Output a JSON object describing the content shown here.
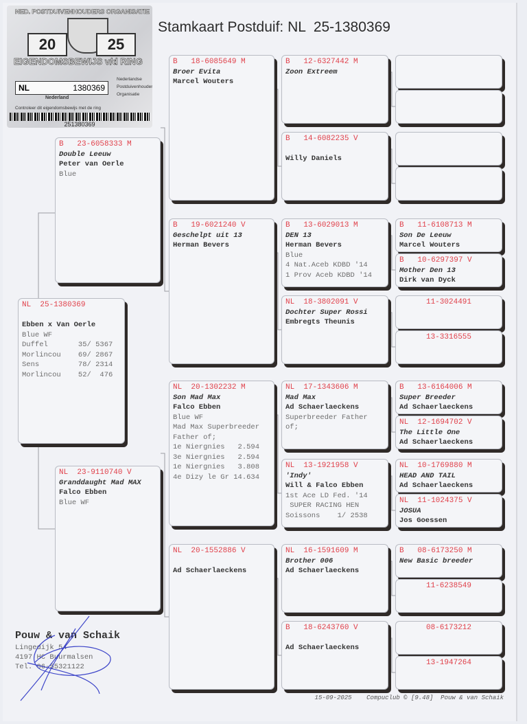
{
  "title": "Stamkaart Postduif: NL  25-1380369",
  "ring_card": {
    "org": "NED. POSTDUIVENHOUDERS ORGANISATIE",
    "year_left": "20",
    "year_right": "25",
    "heading": "EIGENDOMSBEWIJS v/d RING",
    "country": "NL",
    "number": "1380369",
    "land": "Nederland",
    "npo": [
      "Nederlandse",
      "Postduivenhouders",
      "Organisatie"
    ],
    "check": "Controleer dit eigendomsbewijs met de ring",
    "barcode": "251380369"
  },
  "subject": {
    "prefix": "NL",
    "ring": "25-1380369",
    "sex": "",
    "name": "",
    "owner": "Ebben x Van Oerle",
    "lines": [
      "Blue WF",
      "",
      "",
      "",
      "",
      "",
      "Duffel       35/ 5367",
      "Morlincou    69/ 2867",
      "Sens         78/ 2314",
      "Morlincou    52/  476"
    ]
  },
  "parents": [
    {
      "prefix": "B",
      "ring": "23-6058333",
      "sex": "M",
      "name": "Double Leeuw",
      "owner": "Peter van Oerle",
      "lines": [
        "Blue"
      ]
    },
    {
      "prefix": "NL",
      "ring": "23-9110740",
      "sex": "V",
      "name": "Granddaught Mad MAX",
      "owner": "Falco Ebben",
      "lines": [
        "Blue WF"
      ]
    }
  ],
  "grandparents": [
    {
      "prefix": "B",
      "ring": "18-6085649",
      "sex": "M",
      "name": "Broer Evita",
      "owner": "Marcel Wouters",
      "lines": []
    },
    {
      "prefix": "B",
      "ring": "19-6021240",
      "sex": "V",
      "name": "Geschelpt uit 13",
      "owner": "Herman Bevers",
      "lines": []
    },
    {
      "prefix": "NL",
      "ring": "20-1302232",
      "sex": "M",
      "name": "Son Mad Max",
      "owner": "Falco Ebben",
      "lines": [
        "Blue WF",
        "Mad Max Superbreeder",
        "Father of;",
        "1e Niergnies   2.594",
        "3e Niergnies   2.594",
        "1e Niergnies   3.808",
        "4e Dizy le Gr 14.634"
      ]
    },
    {
      "prefix": "NL",
      "ring": "20-1552886",
      "sex": "V",
      "name": "",
      "owner": "Ad Schaerlaeckens",
      "lines": []
    }
  ],
  "great_grandparents": [
    {
      "prefix": "B",
      "ring": "12-6327442",
      "sex": "M",
      "name": "Zoon Extreem",
      "owner": "",
      "lines": []
    },
    {
      "prefix": "B",
      "ring": "14-6082235",
      "sex": "V",
      "name": "",
      "owner": "Willy Daniels",
      "lines": []
    },
    {
      "prefix": "B",
      "ring": "13-6029013",
      "sex": "M",
      "name": "DEN 13",
      "owner": "Herman Bevers",
      "lines": [
        "Blue",
        "4 Nat.Aceb KDBD '14",
        "1 Prov Aceb KDBD '14"
      ]
    },
    {
      "prefix": "NL",
      "ring": "18-3802091",
      "sex": "V",
      "name": "Dochter Super Rossi",
      "owner": "Embregts Theunis",
      "lines": []
    },
    {
      "prefix": "NL",
      "ring": "17-1343606",
      "sex": "M",
      "name": "Mad Max",
      "owner": "Ad Schaerlaeckens",
      "lines": [
        "",
        "Superbreeder Father",
        "of;"
      ]
    },
    {
      "prefix": "NL",
      "ring": "13-1921958",
      "sex": "V",
      "name": "'Indy'",
      "owner": "Will & Falco Ebben",
      "lines": [
        "1st Ace LD Fed. '14",
        " SUPER RACING HEN",
        "Soissons    1/ 2538"
      ]
    },
    {
      "prefix": "NL",
      "ring": "16-1591609",
      "sex": "M",
      "name": "Brother 006",
      "owner": "Ad Schaerlaeckens",
      "lines": []
    },
    {
      "prefix": "B",
      "ring": "18-6243760",
      "sex": "V",
      "name": "",
      "owner": "Ad Schaerlaeckens",
      "lines": []
    }
  ],
  "gen5": [
    {},
    {},
    {},
    {},
    {
      "prefix": "B",
      "ring": "11-6108713",
      "sex": "M",
      "name": "Son De Leeuw",
      "owner": "Marcel Wouters"
    },
    {
      "prefix": "B",
      "ring": "10-6297397",
      "sex": "V",
      "name": "Mother Den 13",
      "owner": "Dirk van Dyck"
    },
    {
      "ring": "11-3024491"
    },
    {
      "ring": "13-3316555"
    },
    {
      "prefix": "B",
      "ring": "13-6164006",
      "sex": "M",
      "name": "Super Breeder",
      "owner": "Ad Schaerlaeckens"
    },
    {
      "prefix": "NL",
      "ring": "12-1694702",
      "sex": "V",
      "name": "The Little One",
      "owner": "Ad Schaerlaeckens"
    },
    {
      "prefix": "NL",
      "ring": "10-1769880",
      "sex": "M",
      "name": "HEAD AND TAIL",
      "owner": "Ad Schaerlaeckens"
    },
    {
      "prefix": "NL",
      "ring": "11-1024375",
      "sex": "V",
      "name": "JOSUA",
      "owner": "Jos Goessen"
    },
    {
      "prefix": "B",
      "ring": "08-6173250",
      "sex": "M",
      "name": "New Basic breeder",
      "owner": ""
    },
    {
      "ring": "11-6238549"
    },
    {
      "ring": "08-6173212"
    },
    {
      "ring": "13-1947264"
    }
  ],
  "breeder": {
    "name": "Pouw & van Schaik",
    "address": [
      "Lingedijk 54",
      "4197 HC  Buurmalsen",
      "Tel. 06-55321122"
    ]
  },
  "footer": "15-09-2025    Compuclub © [9.48]  Pouw & van Schaik"
}
